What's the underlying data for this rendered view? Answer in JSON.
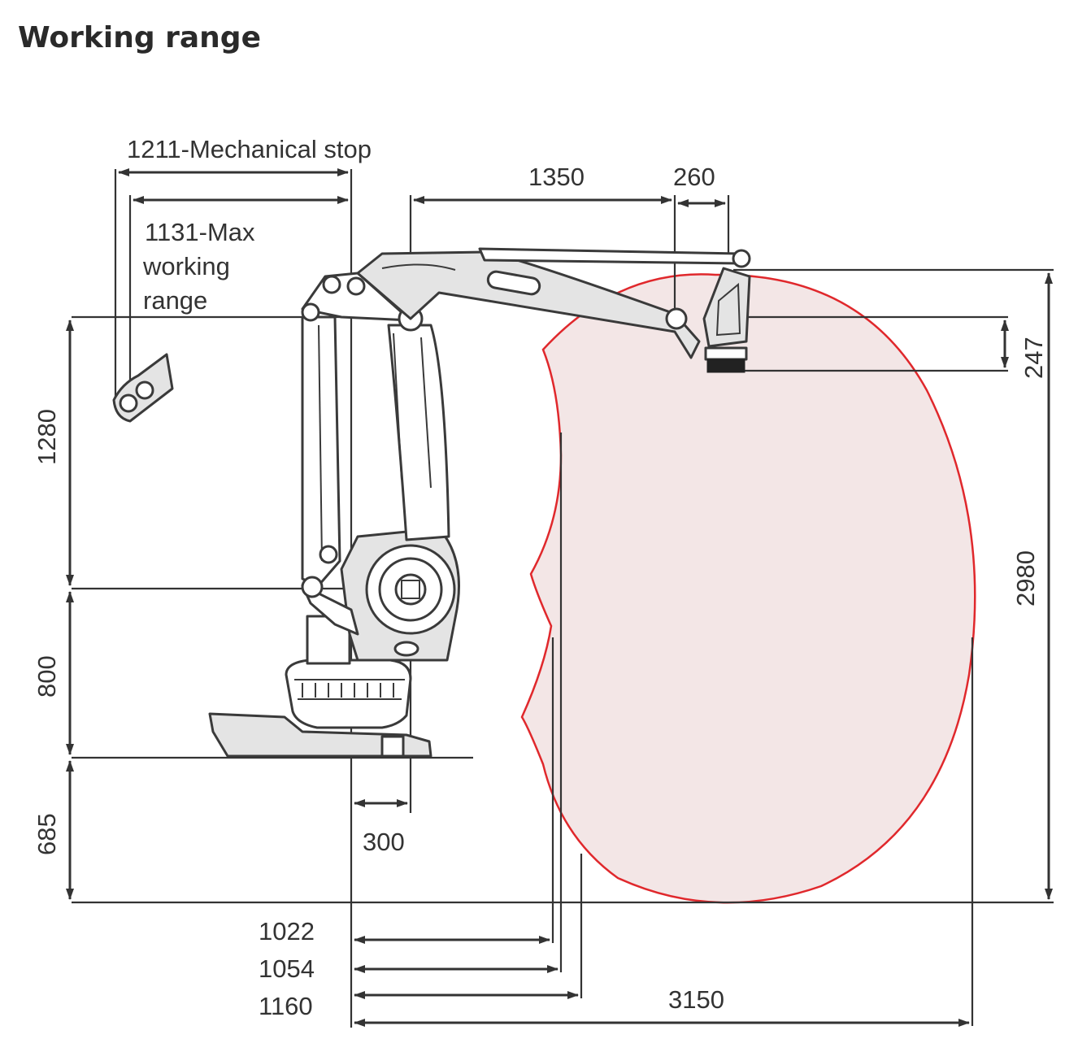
{
  "title": "Working range",
  "colors": {
    "envelope_stroke": "#e0282c",
    "envelope_fill": "#f3e6e6",
    "line": "#333333"
  },
  "dimensions": {
    "mech_stop": "1211-Mechanical stop",
    "max_range_1": "1131-Max",
    "max_range_2": "working",
    "max_range_3": "range",
    "top_1350": "1350",
    "top_260": "260",
    "right_247": "247",
    "right_2980": "2980",
    "left_1280": "1280",
    "left_800": "800",
    "left_685": "685",
    "base_300": "300",
    "bottom_1022": "1022",
    "bottom_1054": "1054",
    "bottom_1160": "1160",
    "bottom_3150": "3150"
  }
}
